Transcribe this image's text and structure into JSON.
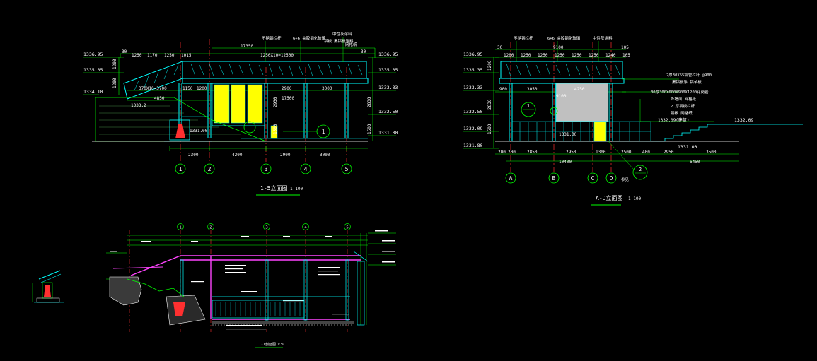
{
  "colors": {
    "background": "#000000",
    "structure": "#00ffff",
    "dimension": "#00ff00",
    "text": "#ffffff",
    "axis": "#ff0000",
    "glass": "#ffff00",
    "grey_panel": "#c0c0c0",
    "magenta": "#ff44ff"
  },
  "elev15": {
    "title": "1-5立面图",
    "scale": "1:100",
    "levels": [
      "1336.95",
      "1335.35",
      "1334.10",
      "1333.33",
      "1332.50",
      "1331.00"
    ],
    "top_dims": [
      "30",
      "1250",
      "1170",
      "1250",
      "1015",
      "17350",
      "1250X10=12500",
      "30"
    ],
    "mid_dims": [
      "370X10=3700",
      "1150",
      "1200",
      "2900",
      "3000",
      "17500",
      "4850"
    ],
    "bottom_dims": [
      "2300",
      "4200",
      "2900",
      "3000"
    ],
    "side_dims": [
      "1200",
      "1200",
      "2930",
      "1500",
      "2830",
      "1500"
    ],
    "left_small": "1333.2",
    "ground_label": "1331.00",
    "callouts": [
      "不锈钢栏杆",
      "6+6 夹胶钢化玻璃",
      "中性灰涂料",
      "铝板",
      "黑铝板涂料",
      "网格纸"
    ],
    "axes": [
      "1",
      "2",
      "3",
      "4",
      "5"
    ],
    "detail": "1"
  },
  "elevAD": {
    "title": "A-D立面图",
    "scale": "1:100",
    "levels": [
      "1336.95",
      "1335.35",
      "1333.33",
      "1332.50",
      "1332.09",
      "1331.80"
    ],
    "top_dims": [
      "30",
      "1200",
      "1250",
      "1250",
      "1250",
      "1250",
      "1250",
      "1240",
      "105",
      "9100",
      "105"
    ],
    "mid_dims": [
      "900",
      "3050",
      "4250",
      "9100"
    ],
    "bottom_dims": [
      "200",
      "200",
      "2850",
      "2950",
      "1300",
      "2500",
      "400",
      "2950",
      "3500",
      "10400",
      "6450"
    ],
    "side_dims": [
      "1200",
      "2830",
      "1500"
    ],
    "right_levels": [
      "1331.00",
      "1332.09(建筑)",
      "1332.09"
    ],
    "inner_label": "1331.00",
    "callouts": [
      "不锈钢栏杆",
      "6+6 夹胶钢化玻璃",
      "中性灰涂料",
      "2厚30X55钢管栏杆 @900",
      "黑铝板涂 铝单板",
      "30厚300X600X900X1200花岗岩",
      "外墙面 网格纸",
      "2 厚钢板栏杆",
      "钢板 网格纸"
    ],
    "axes": [
      "A",
      "B",
      "C",
      "D"
    ],
    "details": [
      "1",
      "2"
    ],
    "detail_note": "参见"
  },
  "section": {
    "title": "1-1剖面图",
    "scale": "1:50",
    "axes": [
      "1",
      "2",
      "3",
      "4",
      "5"
    ]
  }
}
